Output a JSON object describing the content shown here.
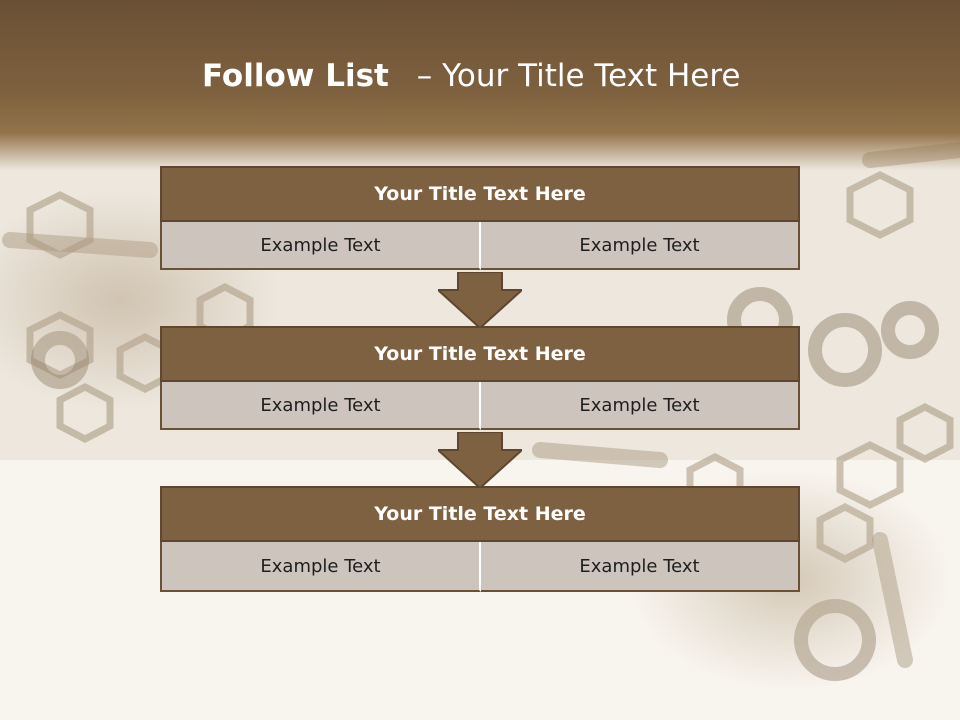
{
  "slide": {
    "title_bold": "Follow List",
    "title_separator": "–",
    "title_rest": "Your Title Text Here"
  },
  "blocks": [
    {
      "title": "Your Title Text Here",
      "cells": [
        "Example Text",
        "Example Text"
      ]
    },
    {
      "title": "Your Title Text Here",
      "cells": [
        "Example Text",
        "Example Text"
      ]
    },
    {
      "title": "Your Title Text Here",
      "cells": [
        "Example Text",
        "Example Text"
      ]
    }
  ],
  "colors": {
    "header": "#7e6140",
    "cell": "#cdc5bd",
    "arrow": "#7e6140",
    "title_text": "#ffffff"
  },
  "icons": [
    "down-arrow-icon",
    "hardware-background-image"
  ]
}
